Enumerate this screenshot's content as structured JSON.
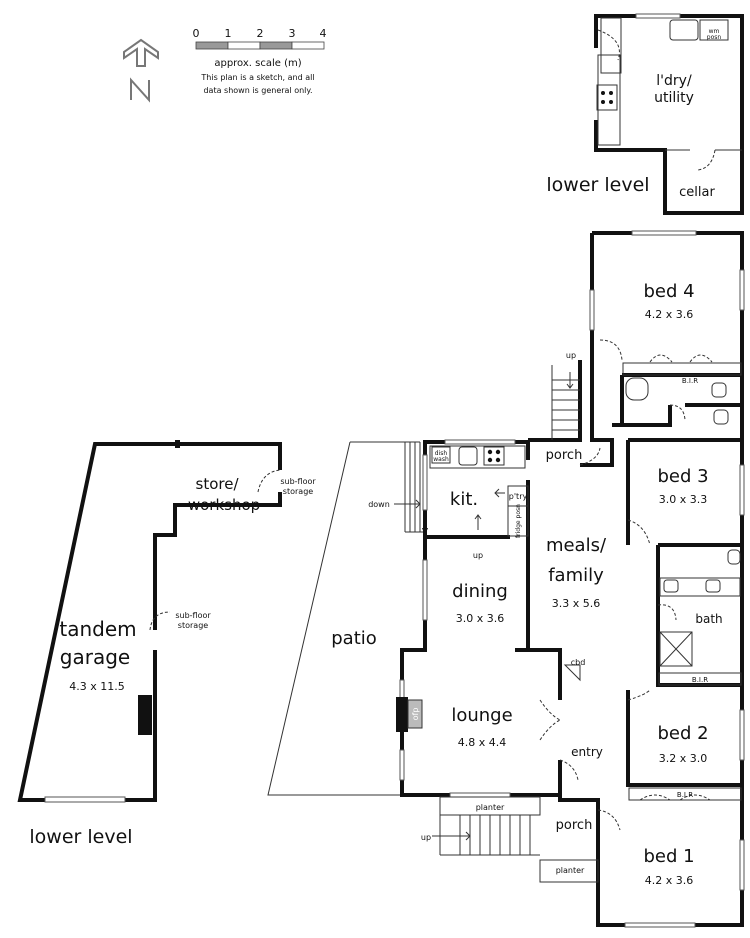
{
  "legend": {
    "scale_ticks": [
      "0",
      "1",
      "2",
      "3",
      "4"
    ],
    "scale_label": "approx. scale (m)",
    "disclaimer_line1": "This plan is a sketch, and all",
    "disclaimer_line2": "data shown is general only.",
    "north": "N"
  },
  "levels": {
    "lower_level_top": "lower level",
    "lower_level_left": "lower level"
  },
  "rooms": {
    "laundry": {
      "name1": "l'dry/",
      "name2": "utility"
    },
    "wm": {
      "l1": "wm",
      "l2": "posn"
    },
    "cellar": "cellar",
    "bed4": {
      "name": "bed 4",
      "dim": "4.2 x 3.6"
    },
    "bed3": {
      "name": "bed 3",
      "dim": "3.0 x 3.3"
    },
    "bed2": {
      "name": "bed 2",
      "dim": "3.2 x 3.0"
    },
    "bed1": {
      "name": "bed 1",
      "dim": "4.2 x 3.6"
    },
    "kitchen": "kit.",
    "pantry": "p'try",
    "fridge": "fridge posn",
    "dishwash": {
      "l1": "dish",
      "l2": "wash"
    },
    "meals": {
      "name1": "meals/",
      "name2": "family",
      "dim": "3.3 x 5.6"
    },
    "dining": {
      "name": "dining",
      "dim": "3.0 x 3.6"
    },
    "lounge": {
      "name": "lounge",
      "dim": "4.8 x 4.4"
    },
    "ofp": "ofp",
    "patio": "patio",
    "porch_top": "porch",
    "porch_bottom": "porch",
    "entry": "entry",
    "bath": "bath",
    "cbd": "cbd",
    "bir_top": "B.I.R",
    "bir_mid": "B.I.R",
    "bir_bot": "B.I.R",
    "planter_top": "planter",
    "planter_bot": "planter",
    "garage": {
      "name1": "tandem",
      "name2": "garage",
      "dim": "4.3 x 11.5"
    },
    "store": {
      "name1": "store/",
      "name2": "workshop"
    },
    "subfloor1": {
      "l1": "sub-floor",
      "l2": "storage"
    },
    "subfloor2": {
      "l1": "sub-floor",
      "l2": "storage"
    }
  },
  "annotations": {
    "up1": "up",
    "up2": "up",
    "up3": "up",
    "down": "down"
  }
}
